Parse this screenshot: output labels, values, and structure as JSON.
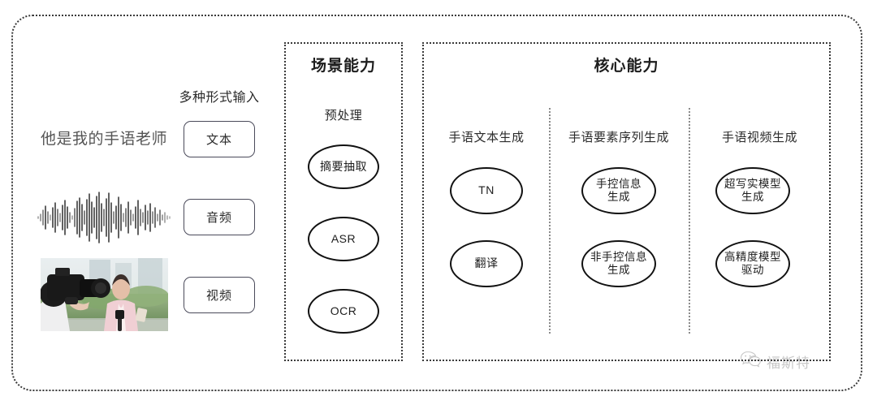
{
  "diagram": {
    "input_section": {
      "caption": "多种形式输入",
      "sample_text": "他是我的手语老师",
      "modalities": [
        {
          "label": "文本",
          "icon": "text-sample"
        },
        {
          "label": "音频",
          "icon": "audio-waveform"
        },
        {
          "label": "视频",
          "icon": "video-thumbnail"
        }
      ]
    },
    "scene_section": {
      "title": "场景能力",
      "subtitle": "预处理",
      "nodes": [
        "摘要抽取",
        "ASR",
        "OCR"
      ]
    },
    "core_section": {
      "title": "核心能力",
      "columns": [
        {
          "header": "手语文本生成",
          "nodes": [
            "TN",
            "翻译"
          ]
        },
        {
          "header": "手语要素序列生成",
          "nodes": [
            "手控信息\n生成",
            "非手控信息\n生成"
          ]
        },
        {
          "header": "手语视频生成",
          "nodes": [
            "超写实模型\n生成",
            "高精度模型\n驱动"
          ]
        }
      ]
    },
    "watermark": {
      "text": "福斯特",
      "icon": "wechat-icon"
    }
  },
  "colors": {
    "frame_border": "#3a3a3a",
    "node_border": "#111111",
    "pill_border": "#4a4a5a",
    "title_text": "#1d1d1d",
    "body_text": "#2b2b2b",
    "sample_text": "#555555",
    "divider": "#8a8a8a",
    "background": "#ffffff"
  }
}
